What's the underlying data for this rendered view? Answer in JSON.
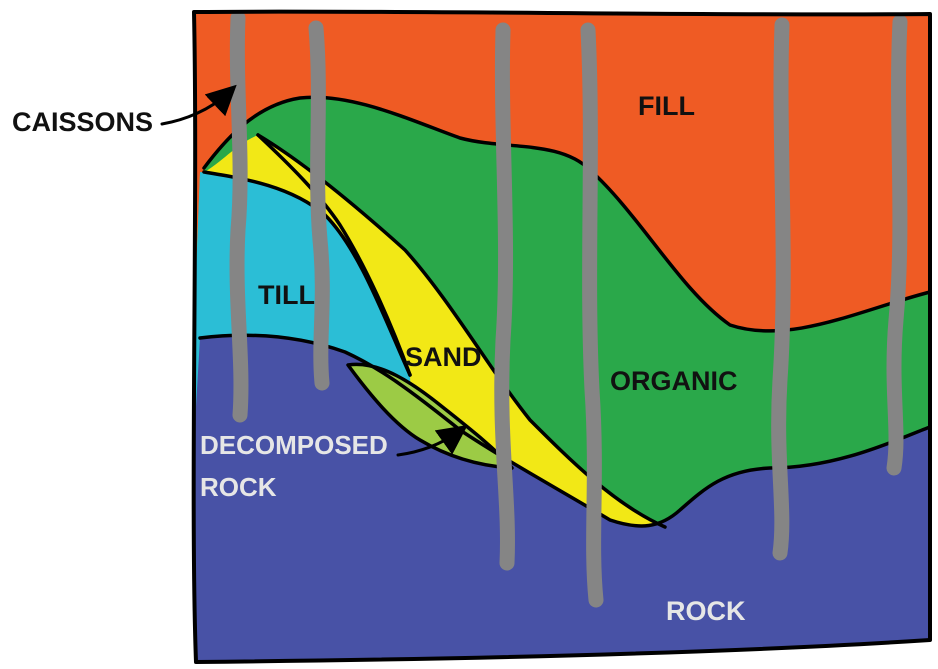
{
  "labels": {
    "caissons": "CAISSONS",
    "fill": "FILL",
    "till": "TILL",
    "sand": "SAND",
    "organic": "ORGANIC",
    "decomposed_line1": "DECOMPOSED",
    "decomposed_line2": "ROCK",
    "rock": "ROCK"
  },
  "colors": {
    "fill": "#EF5B24",
    "organic": "#2AA84A",
    "sand": "#F2E816",
    "till": "#2BBED6",
    "decomposed_rock": "#9CCB45",
    "rock": "#4852A6",
    "caissons": "#858585",
    "outline": "#000000",
    "label_dark": "#111111",
    "label_light": "#E6E6E6"
  }
}
